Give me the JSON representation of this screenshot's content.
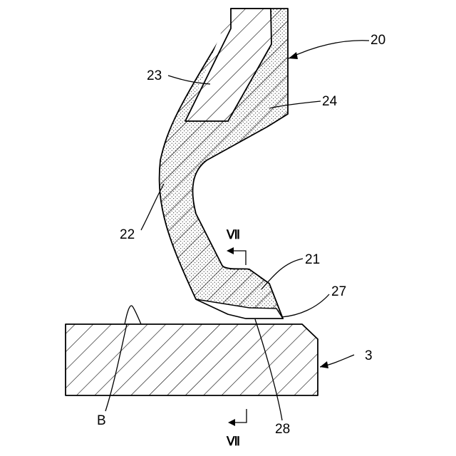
{
  "figure": {
    "labels": {
      "seal_lip": "20",
      "lip_tip": "21",
      "lip_body": "22",
      "insert": "23",
      "rubber": "24",
      "edge": "27",
      "contact": "28",
      "shaft": "3",
      "bulge": "B"
    },
    "section_marks": {
      "upper": "Ⅶ",
      "lower": "Ⅶ"
    }
  }
}
